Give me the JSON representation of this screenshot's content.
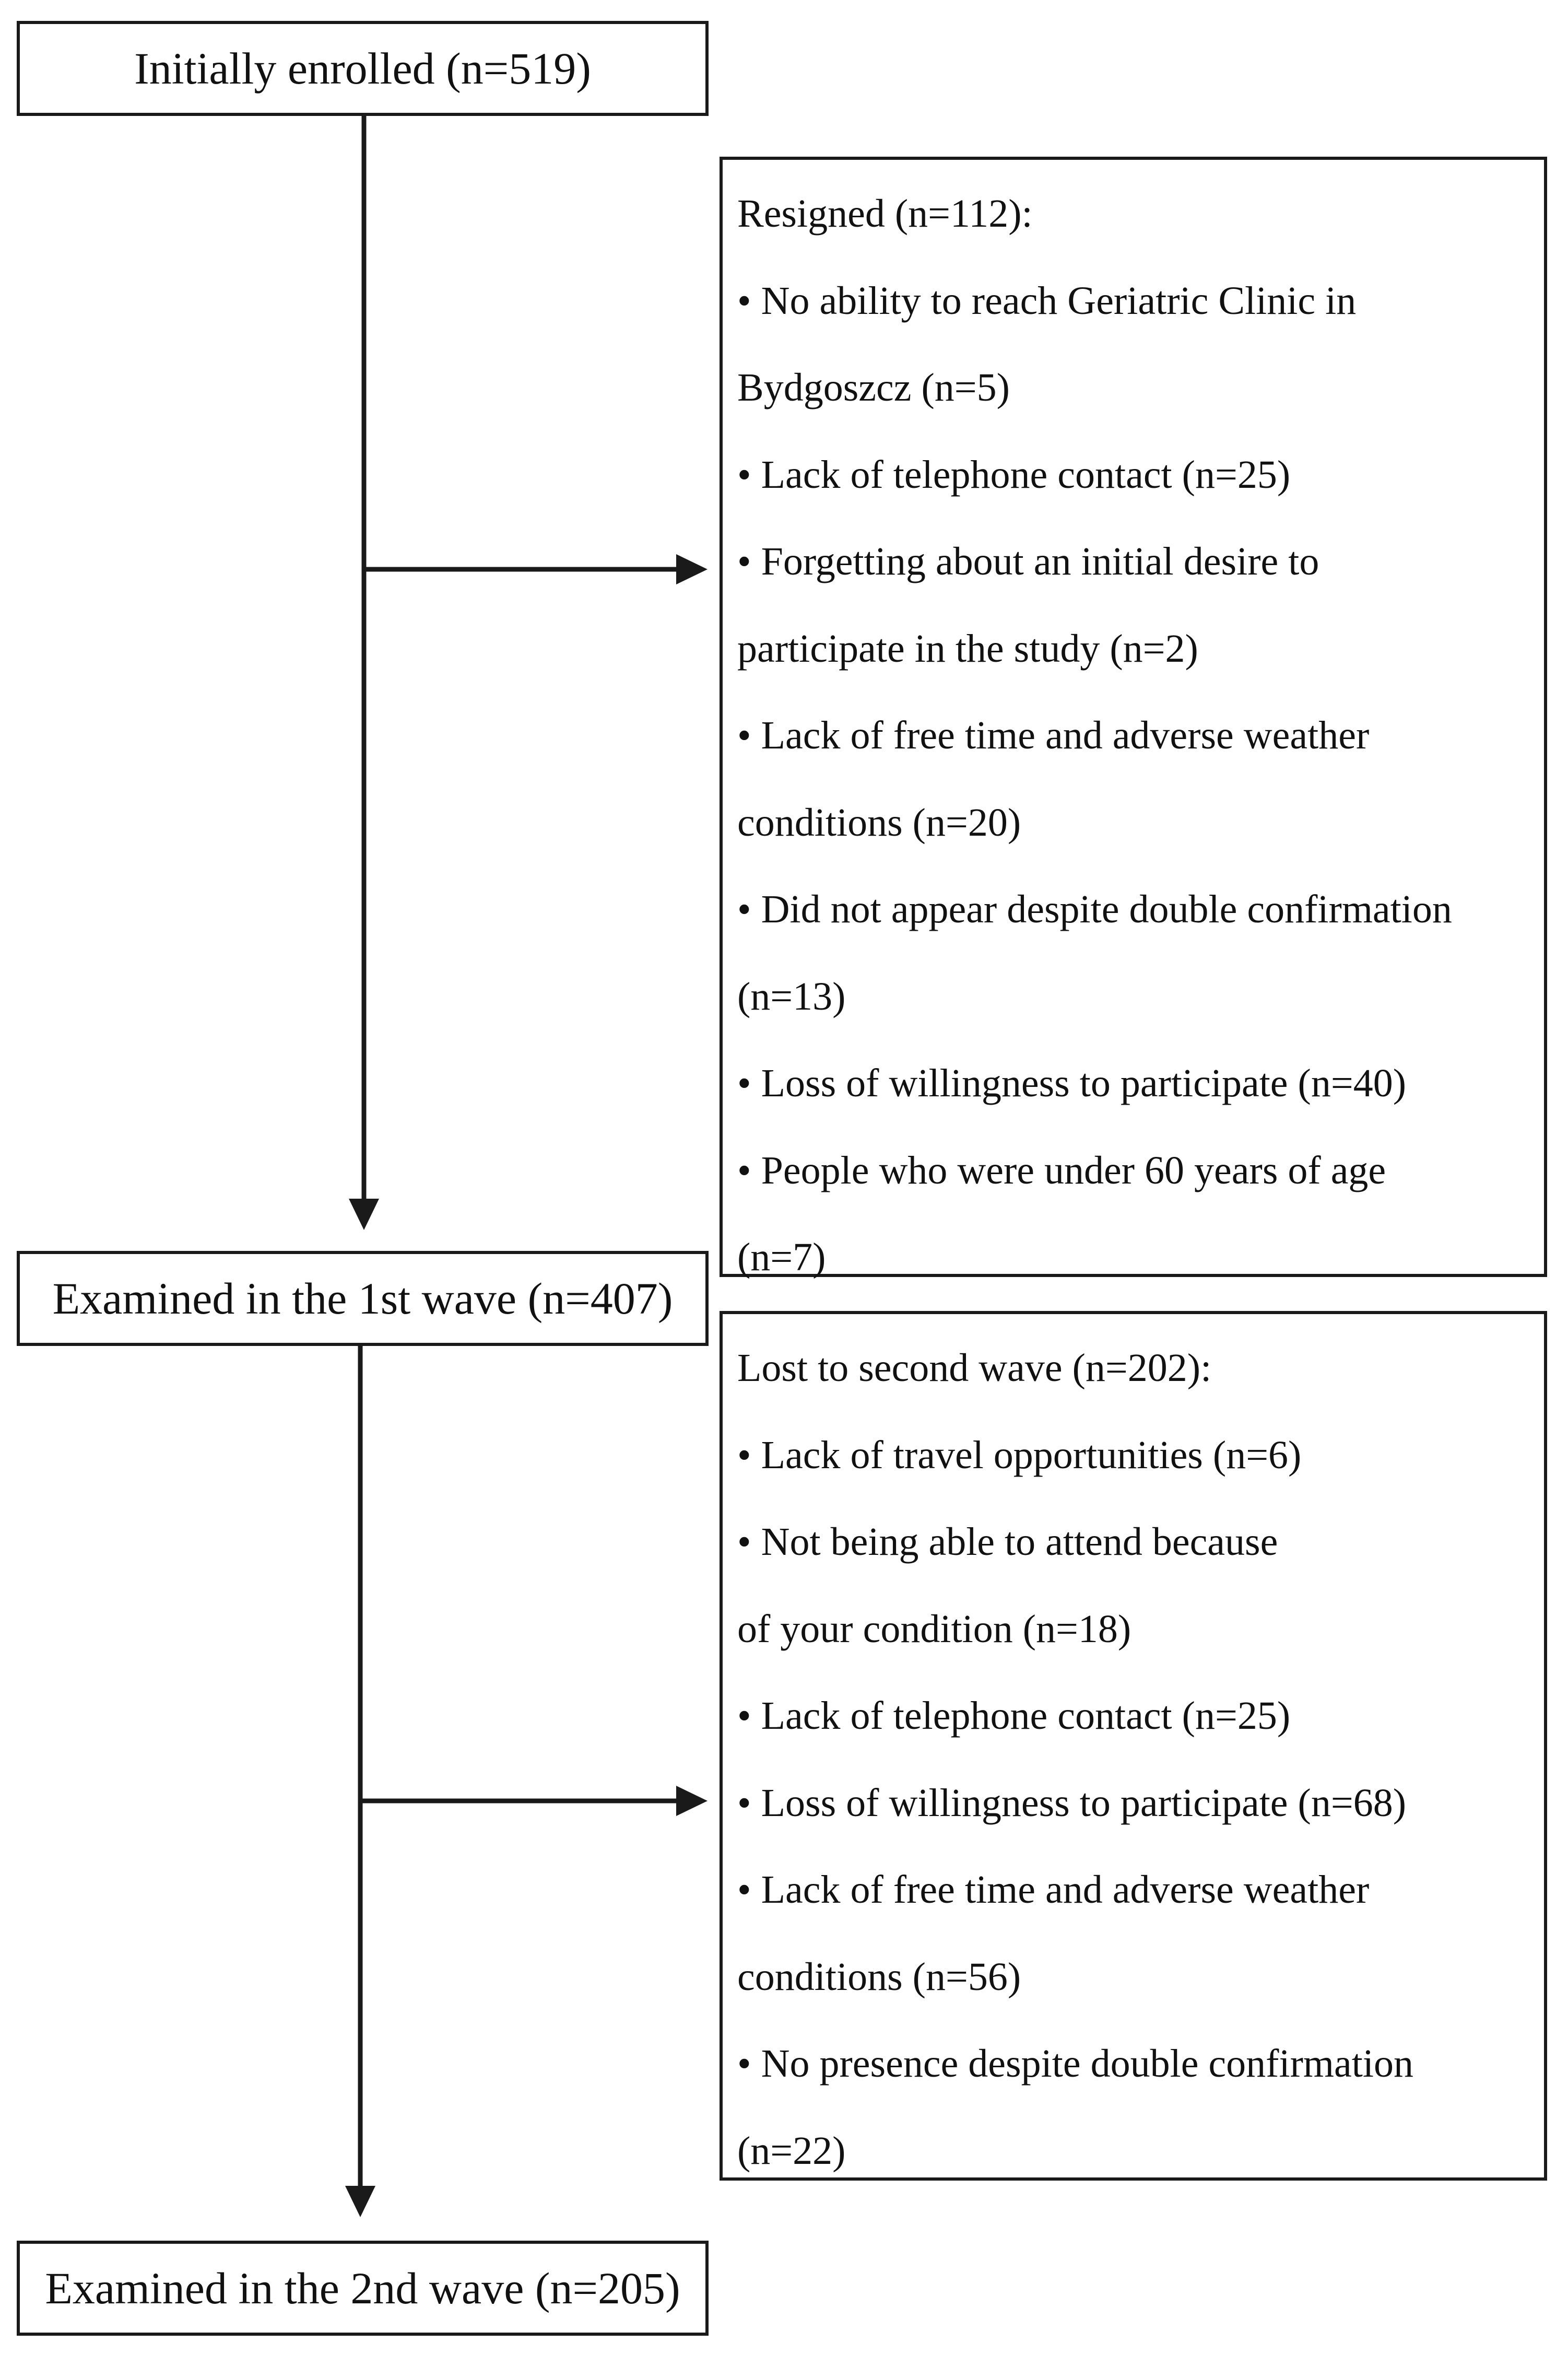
{
  "stages": {
    "initial": "Initially enrolled (n=519)",
    "wave1": "Examined in the 1st wave (n=407)",
    "wave2": "Examined in the 2nd wave (n=205)"
  },
  "resigned": {
    "lines": [
      "Resigned (n=112):",
      "• No ability to reach Geriatric Clinic in",
      "Bydgoszcz (n=5)",
      "• Lack of telephone contact (n=25)",
      "• Forgetting about an initial desire to",
      "participate in the study (n=2)",
      "• Lack of free time and adverse weather",
      "conditions (n=20)",
      "• Did not appear despite double confirmation",
      "(n=13)",
      "• Loss of willingness to participate (n=40)",
      "• People who were under 60 years of age",
      "(n=7)"
    ]
  },
  "lost": {
    "lines": [
      "Lost to second wave (n=202):",
      "• Lack of travel opportunities (n=6)",
      "• Not being able to attend because",
      "of your condition (n=18)",
      "• Lack of telephone contact (n=25)",
      "• Loss of willingness to participate (n=68)",
      "• Lack of free time and adverse weather",
      "conditions (n=56)",
      "• No presence despite double confirmation",
      "(n=22)"
    ]
  }
}
